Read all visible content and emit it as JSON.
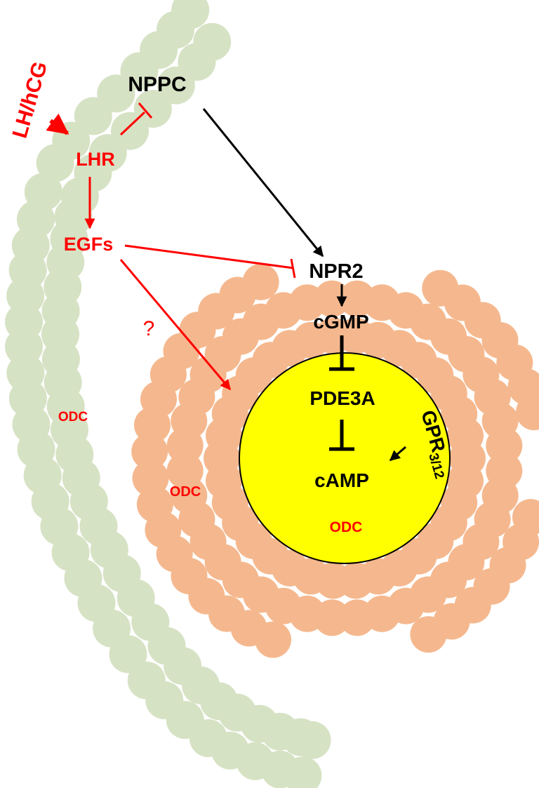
{
  "colors": {
    "mural_cell": "#d6e2c4",
    "cumulus_cell": "#f5b88e",
    "oocyte": "#ffff00",
    "red": "#ff0000",
    "black": "#000000"
  },
  "labels": {
    "lh_hcg": "LH/hCG",
    "nppc": "NPPC",
    "lhr": "LHR",
    "egfs": "EGFs",
    "npr2": "NPR2",
    "cgmp": "cGMP",
    "question": "?",
    "pde3a": "PDE3A",
    "camp": "cAMP",
    "gpr_main": "GPR",
    "gpr_sub": "3/12",
    "odc_mural": "ODC",
    "odc_cumulus": "ODC",
    "odc_oocyte": "ODC"
  }
}
